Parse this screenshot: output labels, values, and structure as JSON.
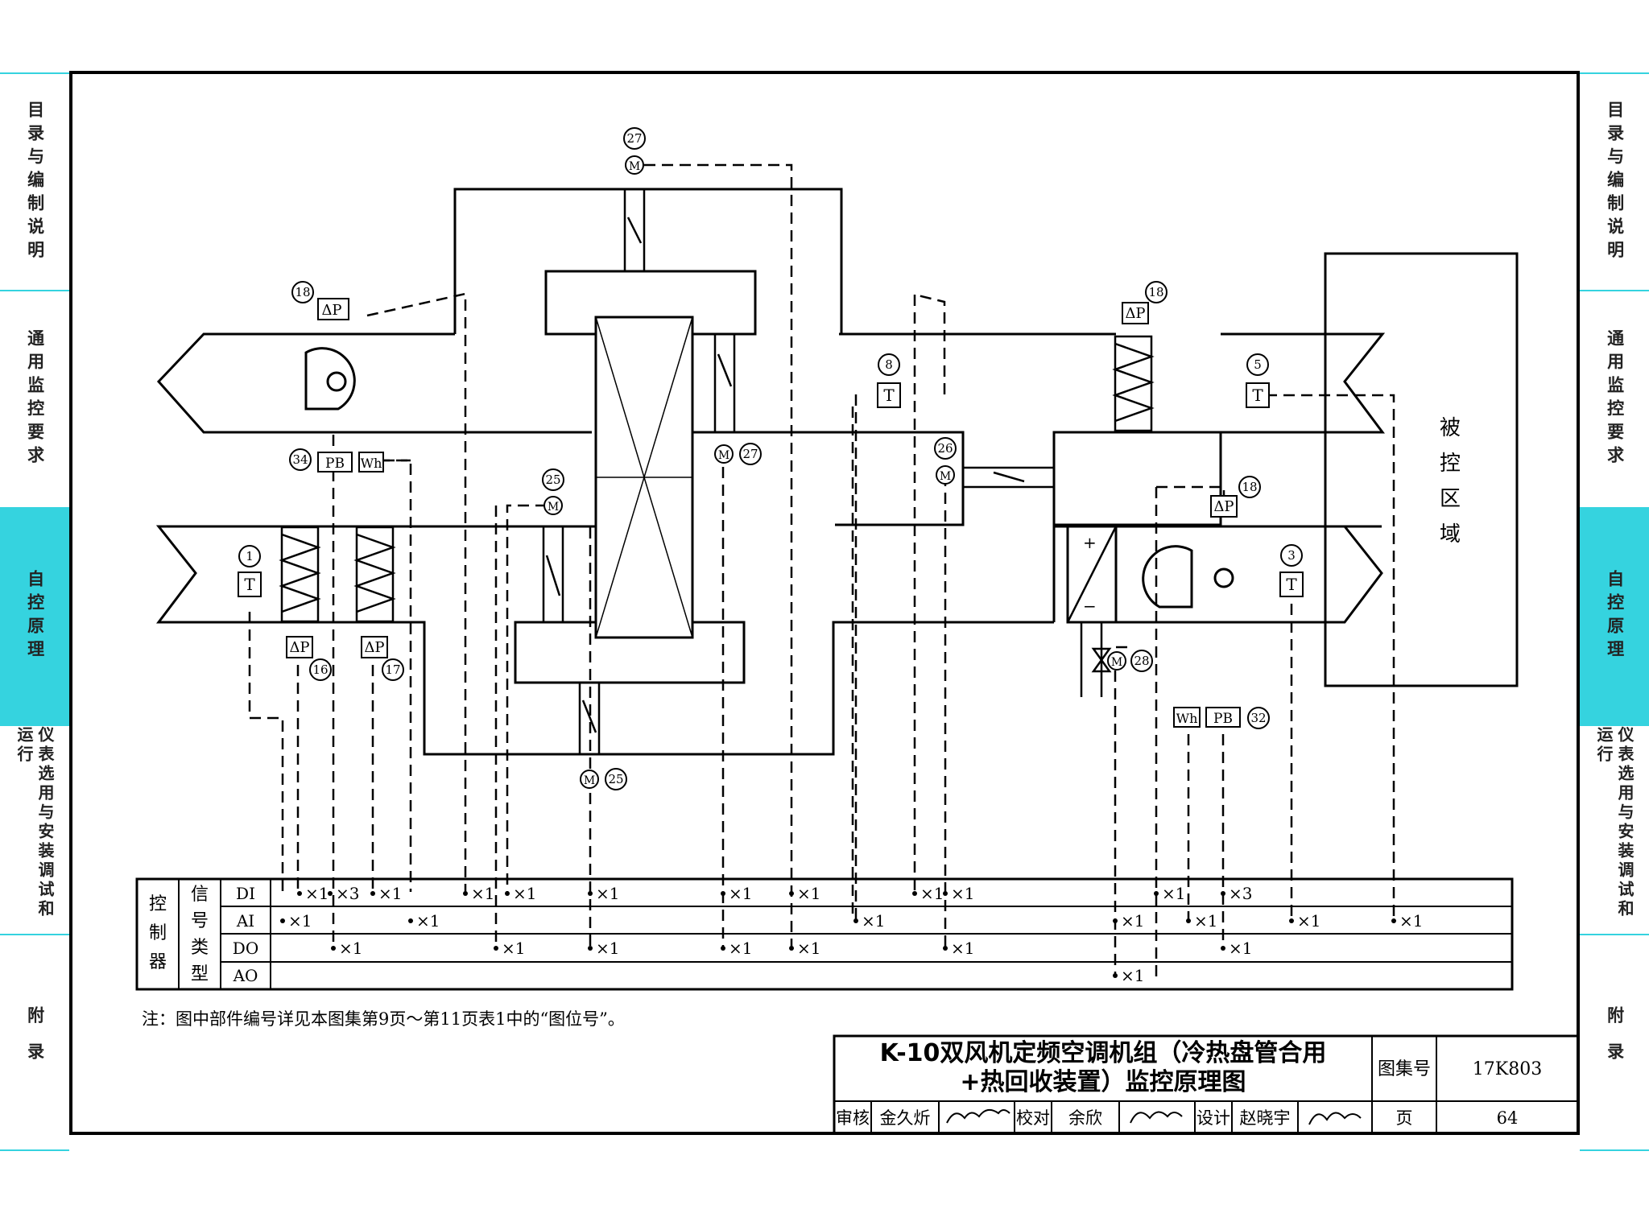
{
  "nav": {
    "left": [
      {
        "label": "目录与编制说明"
      },
      {
        "label": "通用监控要求"
      },
      {
        "label": "自控原理",
        "active": true
      },
      {
        "label": "仪表选用与安装调试和运行"
      },
      {
        "label": "附录"
      }
    ],
    "right": [
      {
        "label": "目录与编制说明"
      },
      {
        "label": "通用监控要求"
      },
      {
        "label": "自控原理",
        "active": true
      },
      {
        "label": "仪表选用与安装调试和运行"
      },
      {
        "label": "附录"
      }
    ],
    "active_color": "#35d3df"
  },
  "diagram": {
    "tags": {
      "t1": "1",
      "t3": "3",
      "t5": "5",
      "t8": "8",
      "t16": "16",
      "t17": "17",
      "t18a": "18",
      "t18b": "18",
      "t18c": "18",
      "t25a": "25",
      "t25b": "25",
      "t26": "26",
      "t27a": "27",
      "t27b": "27",
      "t28": "28",
      "t32": "32",
      "t34": "34"
    },
    "symbols": {
      "temp": "T",
      "dp": "ΔP",
      "motor": "M",
      "pb": "PB",
      "wh": "Wh",
      "plus": "+",
      "minus": "−"
    },
    "zone_label": "被控区域",
    "controller": {
      "label": "控制器",
      "signal_label": "信号类型",
      "rows": [
        "DI",
        "AI",
        "DO",
        "AO"
      ],
      "counts": {
        "x1": "×1",
        "x3": "×3"
      }
    },
    "note": "注：图中部件编号详见本图集第9页～第11页表1中的“图位号”。"
  },
  "title_block": {
    "title_line1": "K-10双风机定频空调机组（冷热盘管合用",
    "title_line2": "+热回收装置）监控原理图",
    "atlas_label": "图集号",
    "atlas_no": "17K803",
    "review_label": "审核",
    "reviewer": "金久炘",
    "check_label": "校对",
    "checker": "余欣",
    "design_label": "设计",
    "designer": "赵晓宇",
    "page_label": "页",
    "page_no": "64"
  }
}
